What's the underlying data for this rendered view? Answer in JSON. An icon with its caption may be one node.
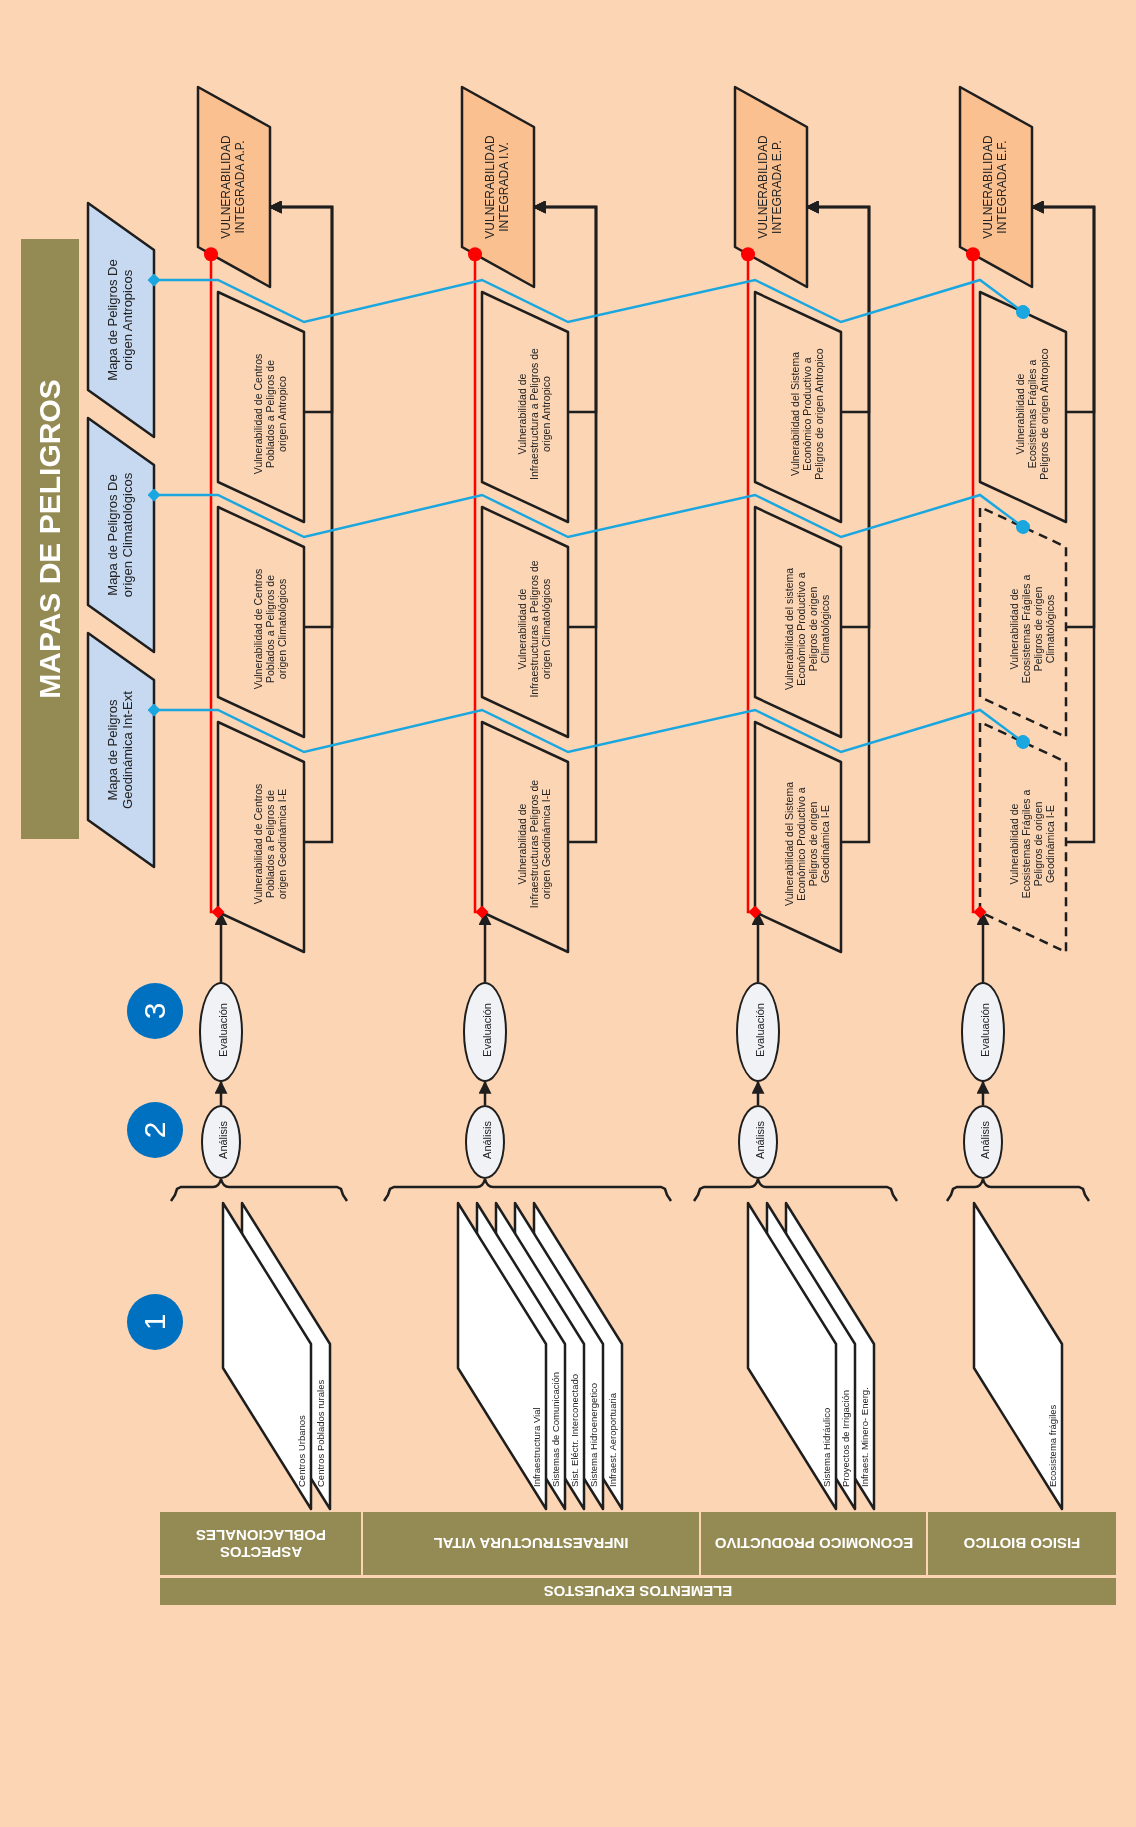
{
  "diagram": {
    "title": "MAPAS DE PELIGROS",
    "nodes": [
      {
        "text": [
          "Mapa de Peligros De origen Antropicos"
        ]
      },
      {
        "text": [
          "Mapa de Peligros De origen Climatológicos"
        ]
      },
      {
        "text": [
          "Mapa de Peligros Geodinámica Int-Ext"
        ]
      },
      {
        "text": [
          "3"
        ]
      },
      {
        "text": [
          "2"
        ]
      },
      {
        "text": [
          "1"
        ]
      },
      {
        "text": [
          "VULNERABILIDAD INTEGRADA A.P."
        ]
      },
      {
        "text": [
          "Vulnerabilidad de Centros Poblados a Peligros de origen Antropico"
        ]
      },
      {
        "text": [
          "Vulnerabilidad de Centros Poblados a Peligros de origen Climatológicos"
        ]
      },
      {
        "text": [
          "Vulnerabilidad de Centros Poblados a Peligros de origen Geodinámica I-E"
        ]
      },
      {
        "text": [
          "Evaluación"
        ]
      },
      {
        "text": [
          "Análisis"
        ]
      },
      {
        "text": [
          "VULNERABILIDAD INTEGRADA I.V."
        ]
      },
      {
        "text": [
          "Vulnerabilidad de Infraestructura a Peligros de origen Antropico"
        ]
      },
      {
        "text": [
          "Vulnerabilidad de Infraestructuras a Peligros de origen Climatológicos"
        ]
      },
      {
        "text": [
          "Vulnerabilidad de Infraestructuras Peligros de origen Geodinámica I-E"
        ]
      },
      {
        "text": [
          "Evaluación"
        ]
      },
      {
        "text": [
          "Análisis"
        ]
      },
      {
        "text": [
          "VULNERABILIDAD INTEGRADA E.P."
        ]
      },
      {
        "text": [
          "Vulnerabilidad del Sistema Económico Productivo a Peligros de origen Antropico"
        ]
      },
      {
        "text": [
          "Vulnerabilidad del sistema Económico Productivo a Peligros de origen Climatológicos"
        ]
      },
      {
        "text": [
          "Vulnerabilidad del Sistema Económico Productivo a Peligros de origen Geodinámica I-E"
        ]
      },
      {
        "text": [
          "Evaluación"
        ]
      },
      {
        "text": [
          "Análisis"
        ]
      },
      {
        "text": [
          "VULNERABILIDAD INTEGRADA E.F."
        ]
      },
      {
        "text": [
          "Vulnerabilidad de Ecosistemas Frágiles a Peligros de origen Antropico"
        ]
      },
      {
        "text": [
          "Vulnerabilidad de Ecosistemas Frágiles a Peligros de origen Climatológicos"
        ]
      },
      {
        "text": [
          "Vulnerabilidad de Ecosistemas Frágiles a Peligros de origen Geodinámica I-E"
        ]
      },
      {
        "text": [
          "Evaluación"
        ]
      },
      {
        "text": [
          "Análisis"
        ]
      },
      {
        "text": [
          "Centros Urbanos"
        ]
      },
      {
        "text": [
          "Centros Poblados rurales"
        ]
      },
      {
        "text": [
          "Infraestructura Vial"
        ]
      },
      {
        "text": [
          "Sistemas de Comunicación"
        ]
      },
      {
        "text": [
          "Sist. Eléctr. Interconectado"
        ]
      },
      {
        "text": [
          "Sistema Hidroenergetico"
        ]
      },
      {
        "text": [
          "Infraest. Aeroportuaria"
        ]
      },
      {
        "text": [
          "Sistema Hidráulico"
        ]
      },
      {
        "text": [
          "Proyectos de Irrigación"
        ]
      },
      {
        "text": [
          "Infraest. Minero- Energ."
        ]
      },
      {
        "text": [
          "Ecosistema frágiles"
        ]
      },
      {
        "text": [
          "ASPECTOS POBLACIONALES"
        ]
      },
      {
        "text": [
          "INFRAESTRUCTURA VITAL"
        ]
      },
      {
        "text": [
          "ECONOMICO PRODUCTIVO"
        ]
      },
      {
        "text": [
          "FISICO BIOTICO"
        ]
      },
      {
        "text": [
          "ELEMENTOS EXPUESTOS"
        ]
      }
    ],
    "edges": [
      {
        "from": 11,
        "to": 10,
        "arrow": "to"
      },
      {
        "from": 10,
        "to": 9,
        "arrow": "to"
      },
      {
        "from": 9,
        "to": 6,
        "arrow": "other",
        "color": "#ff0000"
      },
      {
        "from": 7,
        "to": 6,
        "arrow": "to"
      },
      {
        "from": 8,
        "to": 6,
        "arrow": "to"
      },
      {
        "from": 9,
        "to": 6,
        "arrow": "to"
      },
      {
        "from": 17,
        "to": 16,
        "arrow": "to"
      },
      {
        "from": 16,
        "to": 15,
        "arrow": "to"
      },
      {
        "from": 15,
        "to": 12,
        "arrow": "other",
        "color": "#ff0000"
      },
      {
        "from": 13,
        "to": 12,
        "arrow": "to"
      },
      {
        "from": 14,
        "to": 12,
        "arrow": "to"
      },
      {
        "from": 15,
        "to": 12,
        "arrow": "to"
      },
      {
        "from": 23,
        "to": 22,
        "arrow": "to"
      },
      {
        "from": 22,
        "to": 21,
        "arrow": "to"
      },
      {
        "from": 21,
        "to": 18,
        "arrow": "other",
        "color": "#ff0000"
      },
      {
        "from": 19,
        "to": 18,
        "arrow": "to"
      },
      {
        "from": 20,
        "to": 18,
        "arrow": "to"
      },
      {
        "from": 21,
        "to": 18,
        "arrow": "to"
      },
      {
        "from": 29,
        "to": 28,
        "arrow": "to"
      },
      {
        "from": 28,
        "to": 27,
        "arrow": "to"
      },
      {
        "from": 27,
        "to": 24,
        "arrow": "other",
        "color": "#ff0000"
      },
      {
        "from": 25,
        "to": 24,
        "arrow": "to"
      },
      {
        "from": 26,
        "to": 24,
        "arrow": "to"
      },
      {
        "from": 27,
        "to": 24,
        "arrow": "to"
      },
      {
        "from": 0,
        "to": 25,
        "arrow": "other",
        "color": "#1aa7e0"
      },
      {
        "from": 1,
        "to": 26,
        "arrow": "other",
        "color": "#1aa7e0"
      },
      {
        "from": 2,
        "to": 27,
        "arrow": "other",
        "color": "#1aa7e0"
      }
    ]
  }
}
